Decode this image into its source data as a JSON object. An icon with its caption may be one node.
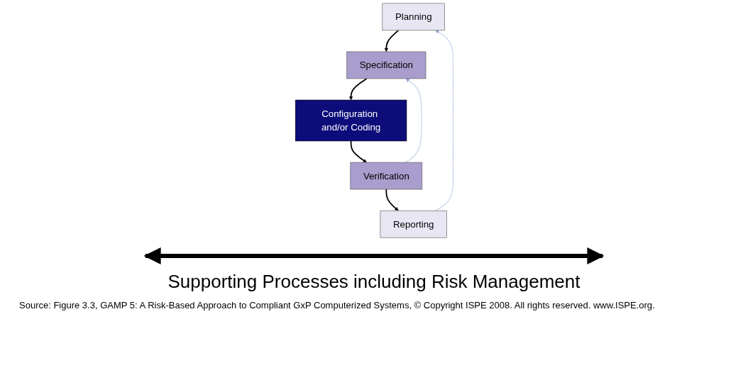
{
  "diagram": {
    "caption": "Source: Figure 3.3, GAMP 5: A Risk-Based Approach to Compliant GxP Computerized Systems, © Copyright ISPE 2008. All rights reserved. www.ISPE.org.",
    "nodes": [
      {
        "text": [
          "Planning"
        ]
      },
      {
        "text": [
          "Reporting"
        ]
      },
      {
        "text": [
          "Specification"
        ]
      },
      {
        "text": [
          "Verification"
        ]
      },
      {
        "text": [
          "Configuration and/or Coding"
        ]
      }
    ],
    "edges": [
      {
        "from": 0,
        "to": 2,
        "arrow": "to"
      },
      {
        "from": 2,
        "to": 4,
        "arrow": "to"
      },
      {
        "from": 4,
        "to": 3,
        "arrow": "to"
      },
      {
        "from": 3,
        "to": 1,
        "arrow": "to"
      },
      {
        "from": 1,
        "to": 0,
        "arrow": "to",
        "style": "dashed",
        "color": "#8aa4d6"
      },
      {
        "from": 3,
        "to": 2,
        "arrow": "to",
        "style": "dashed",
        "color": "#8aa4d6"
      }
    ],
    "labels": [
      "Supporting Processes including Risk Management"
    ]
  }
}
